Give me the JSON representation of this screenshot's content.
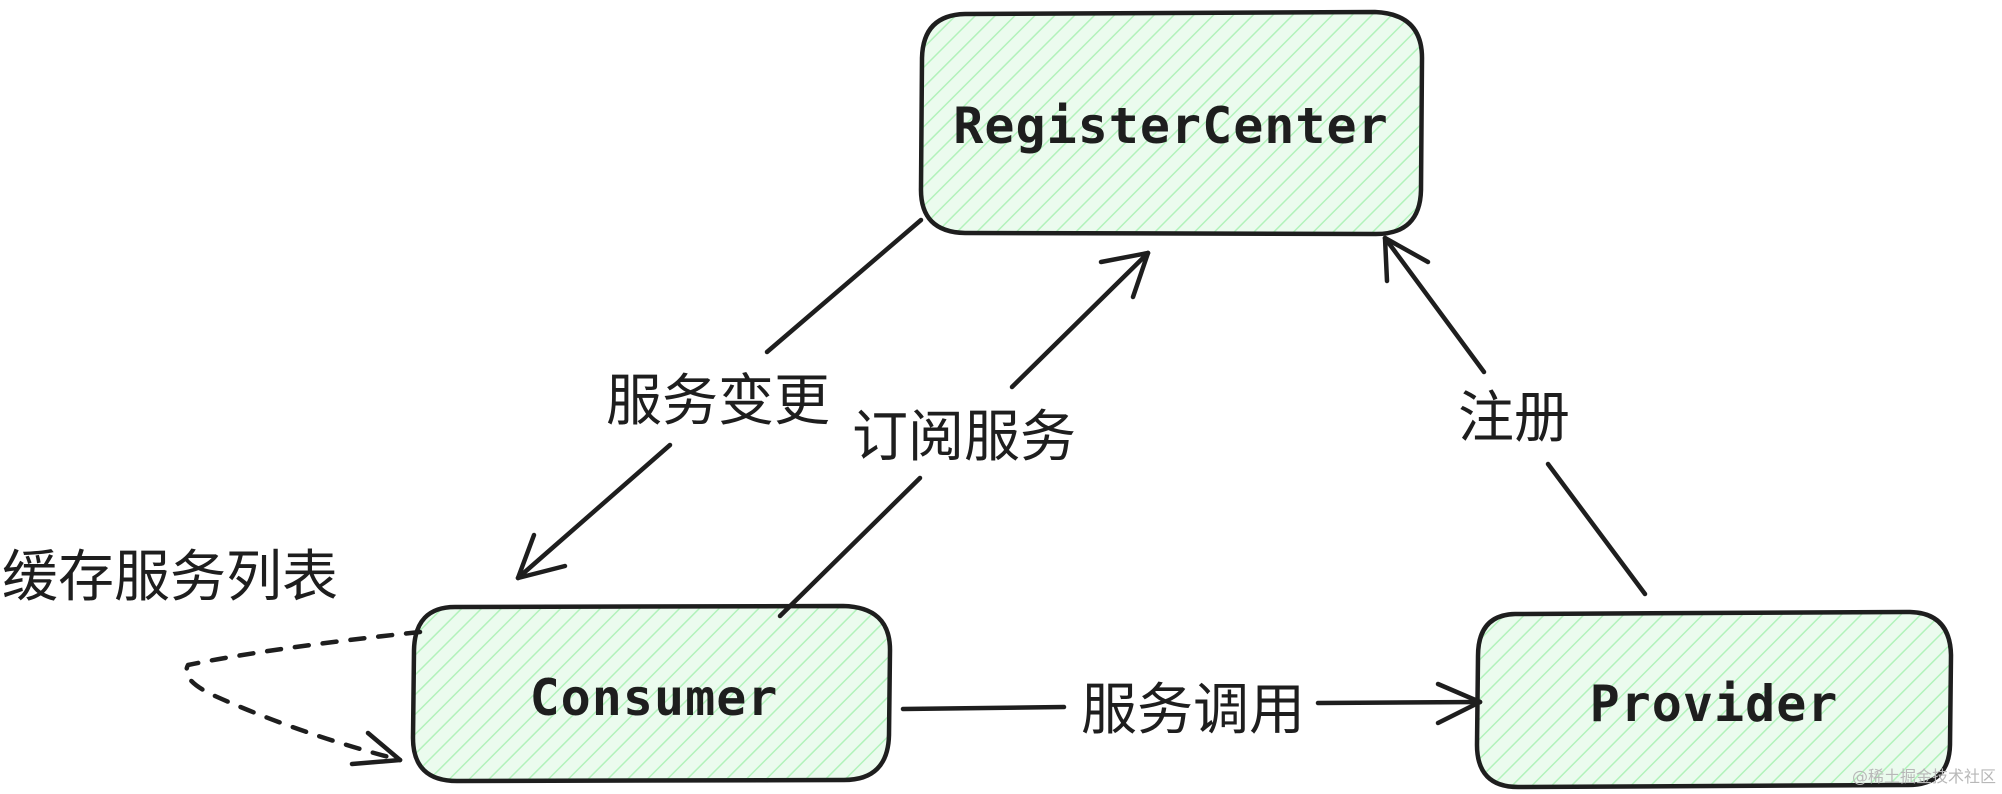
{
  "nodes": {
    "register_center": "RegisterCenter",
    "consumer": "Consumer",
    "provider": "Provider"
  },
  "edges": {
    "service_change": "服务变更",
    "subscribe_service": "订阅服务",
    "register": "注册",
    "service_call": "服务调用",
    "cache_service_list": "缓存服务列表"
  },
  "watermark": "@稀土掘金技术社区",
  "colors": {
    "node_fill": "#ebfbee",
    "node_hatch": "#b2f2bb",
    "stroke": "#1e1e1e"
  }
}
